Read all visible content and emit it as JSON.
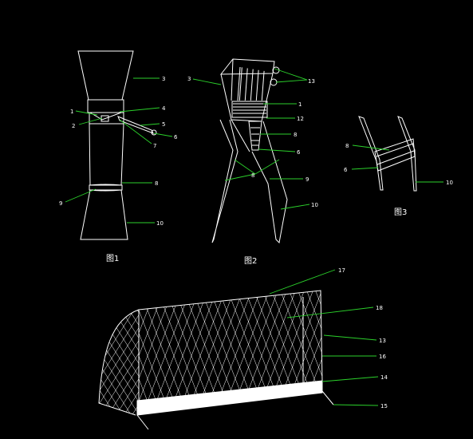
{
  "colors": {
    "background": "#000000",
    "line": "#ffffff",
    "leader": "#2bd12b"
  },
  "figures": {
    "fig1": {
      "caption": "图1",
      "labels": [
        "1",
        "2",
        "3",
        "4",
        "5",
        "6",
        "7",
        "8",
        "9",
        "10"
      ]
    },
    "fig2": {
      "caption": "图2",
      "labels": [
        "3",
        "13",
        "1",
        "12",
        "8",
        "6",
        "8",
        "9",
        "10"
      ]
    },
    "fig3": {
      "caption": "图3",
      "labels": [
        "8",
        "6",
        "10"
      ]
    },
    "fig4": {
      "labels": [
        "17",
        "18",
        "13",
        "16",
        "14",
        "15"
      ]
    }
  }
}
